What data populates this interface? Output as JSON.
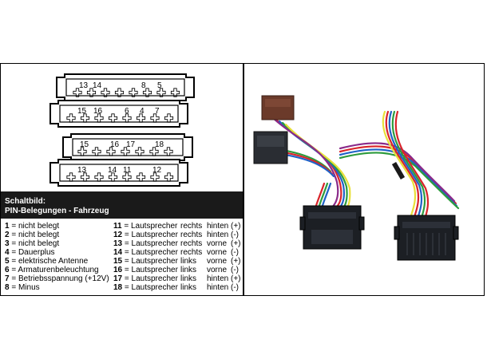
{
  "connectors": {
    "c1_labels": [
      "13",
      "14",
      "8",
      "5"
    ],
    "c2_labels": [
      "15",
      "16",
      "6",
      "4",
      "7"
    ],
    "c3_labels": [
      "15",
      "16",
      "17",
      "18"
    ],
    "c4_labels": [
      "13",
      "14",
      "11",
      "12"
    ]
  },
  "title": {
    "line1": "Schaltbild:",
    "line2": "PIN-Belegungen - Fahrzeug"
  },
  "left_pins": [
    {
      "num": "1",
      "text": "= nicht belegt"
    },
    {
      "num": "2",
      "text": "= nicht belegt"
    },
    {
      "num": "3",
      "text": "= nicht belegt"
    },
    {
      "num": "4",
      "text": "= Dauerplus"
    },
    {
      "num": "5",
      "text": "= elektrische Antenne"
    },
    {
      "num": "6",
      "text": "= Armaturenbeleuchtung"
    },
    {
      "num": "7",
      "text": "= Betriebsspannung (+12V)"
    },
    {
      "num": "8",
      "text": "= Minus"
    }
  ],
  "right_pins": [
    {
      "num": "11",
      "text": "= Lautsprecher",
      "side": "rechts",
      "pos": "hinten",
      "pol": "(+)"
    },
    {
      "num": "12",
      "text": "= Lautsprecher",
      "side": "rechts",
      "pos": "hinten",
      "pol": "(-)"
    },
    {
      "num": "13",
      "text": "= Lautsprecher",
      "side": "rechts",
      "pos": "vorne",
      "pol": "(+)"
    },
    {
      "num": "14",
      "text": "= Lautsprecher",
      "side": "rechts",
      "pos": "vorne",
      "pol": "(-)"
    },
    {
      "num": "15",
      "text": "= Lautsprecher",
      "side": "links",
      "pos": "vorne",
      "pol": "(+)"
    },
    {
      "num": "16",
      "text": "= Lautsprecher",
      "side": "links",
      "pos": "vorne",
      "pol": "(-)"
    },
    {
      "num": "17",
      "text": "= Lautsprecher",
      "side": "links",
      "pos": "hinten",
      "pol": "(+)"
    },
    {
      "num": "18",
      "text": "= Lautsprecher",
      "side": "links",
      "pos": "hinten",
      "pol": "(-)"
    }
  ],
  "colors": {
    "connector_fill": "#ffffff",
    "connector_stroke": "#000000",
    "header_bg": "#1a1a1a",
    "plug_brown": "#6b3a2a",
    "plug_dark": "#2a2d33",
    "connector_black": "#1c1f24"
  }
}
